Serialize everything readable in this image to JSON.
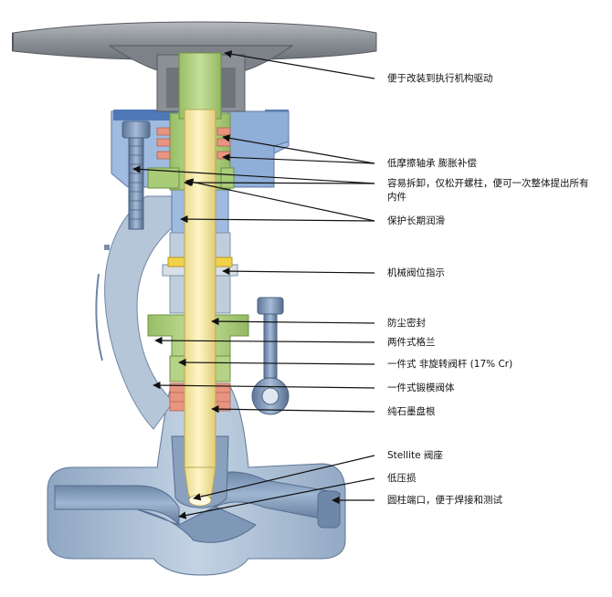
{
  "labels": [
    {
      "id": "actuator",
      "text": "便于改装到执行机构驱动"
    },
    {
      "id": "bearing",
      "text": "低摩擦轴承   膨胀补偿"
    },
    {
      "id": "disassembly",
      "text": "容易拆卸，仅松开螺柱，便可一次整体提出所有内件"
    },
    {
      "id": "lubrication",
      "text": "保护长期润滑"
    },
    {
      "id": "indicator",
      "text": "机械阀位指示"
    },
    {
      "id": "dust",
      "text": "防尘密封"
    },
    {
      "id": "gland",
      "text": "两件式格兰"
    },
    {
      "id": "stem",
      "text": "一件式   非旋转阀杆 (17% Cr)"
    },
    {
      "id": "body",
      "text": "一件式锻模阀体"
    },
    {
      "id": "packing",
      "text": "纯石墨盘根"
    },
    {
      "id": "seat",
      "text": "Stellite 阀座"
    },
    {
      "id": "pressure",
      "text": "低压损"
    },
    {
      "id": "ports",
      "text": "圆柱端口，便于焊接和测试"
    }
  ],
  "colors": {
    "body": "#a9bed6",
    "body_dark": "#7d93b0",
    "bonnet": "#9bb8dd",
    "yoke": "#b9c8d8",
    "handwheel": "#8a8f95",
    "stem": "#f6eaa4",
    "green": "#b6d38a",
    "packing": "#e79480",
    "brass": "#f2d24a"
  }
}
